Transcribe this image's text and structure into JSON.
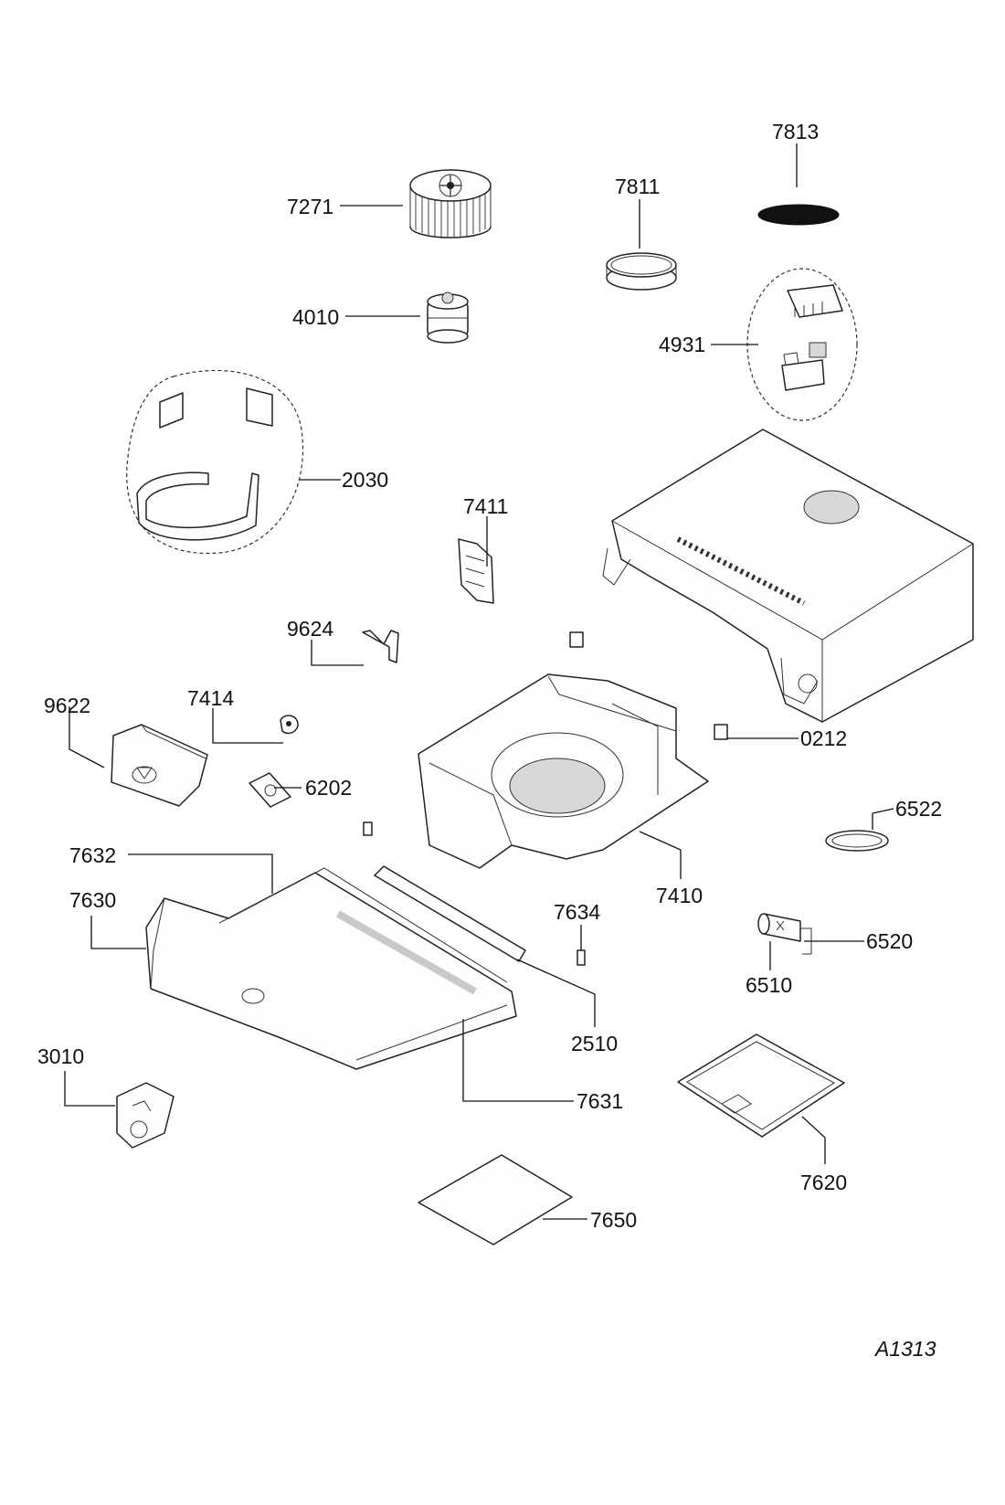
{
  "diagram_ref": "A1313",
  "parts": [
    {
      "id": "7813"
    },
    {
      "id": "7271"
    },
    {
      "id": "7811"
    },
    {
      "id": "4010"
    },
    {
      "id": "4931"
    },
    {
      "id": "2030"
    },
    {
      "id": "7411"
    },
    {
      "id": "9624"
    },
    {
      "id": "9622"
    },
    {
      "id": "7414"
    },
    {
      "id": "0212"
    },
    {
      "id": "6202"
    },
    {
      "id": "6522"
    },
    {
      "id": "7632"
    },
    {
      "id": "7410"
    },
    {
      "id": "7634"
    },
    {
      "id": "7630"
    },
    {
      "id": "6520"
    },
    {
      "id": "6510"
    },
    {
      "id": "2510"
    },
    {
      "id": "3010"
    },
    {
      "id": "7631"
    },
    {
      "id": "7620"
    },
    {
      "id": "7650"
    }
  ]
}
